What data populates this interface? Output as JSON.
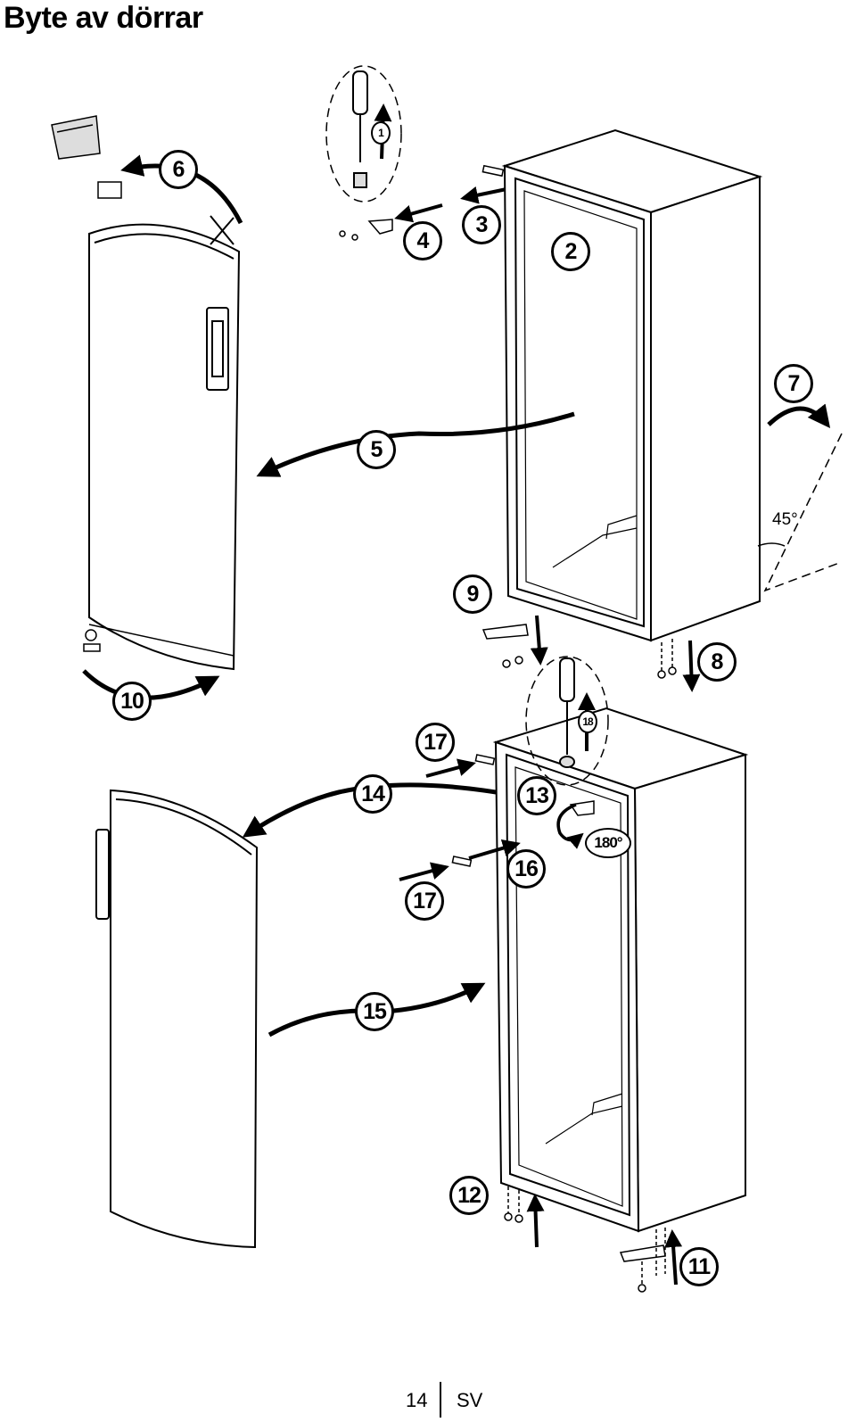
{
  "page": {
    "title": "Byte av dörrar",
    "page_number": "14",
    "language": "SV"
  },
  "steps": {
    "s1": "1",
    "s2": "2",
    "s3": "3",
    "s4": "4",
    "s5": "5",
    "s6": "6",
    "s7": "7",
    "s8": "8",
    "s9": "9",
    "s10": "10",
    "s11": "11",
    "s12": "12",
    "s13": "13",
    "s14": "14",
    "s15": "15",
    "s16": "16",
    "s17a": "17",
    "s17b": "17",
    "s18": "18"
  },
  "annotations": {
    "rotation": "180°",
    "angle": "45°"
  }
}
